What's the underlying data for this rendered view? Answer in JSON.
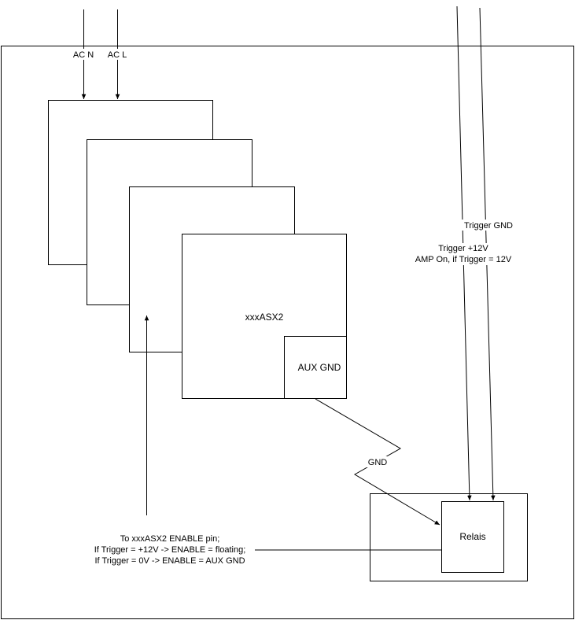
{
  "labels": {
    "ac_n": "AC N",
    "ac_l": "AC L",
    "module": "xxxASX2",
    "aux_gnd": "AUX GND",
    "gnd": "GND",
    "trigger_gnd": "Trigger GND",
    "trigger_12v": "Trigger +12V",
    "amp_on": "AMP On, if Trigger = 12V",
    "relais": "Relais",
    "enable_line1": "To xxxASX2 ENABLE pin;",
    "enable_line2": "If Trigger = +12V -> ENABLE = floating;",
    "enable_line3": "If Trigger = 0V -> ENABLE = AUX GND"
  },
  "colors": {
    "stroke": "#000000",
    "background": "#ffffff"
  }
}
